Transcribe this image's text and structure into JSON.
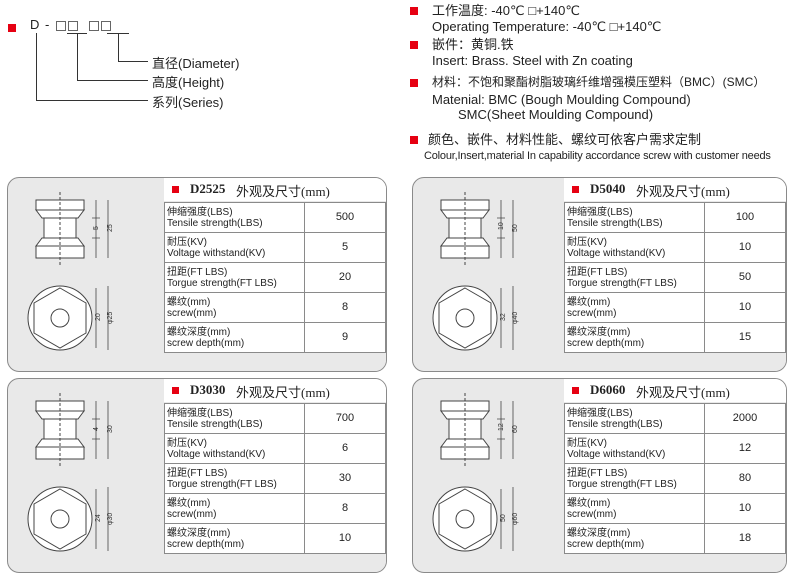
{
  "legend": {
    "code_prefix": "D -",
    "diameter": "直径(Diameter)",
    "height": "高度(Height)",
    "series": "系列(Series)"
  },
  "specs": {
    "temp_cn": "工作温度: -40℃ □+140℃",
    "temp_en": "Operating Temperature: -40℃ □+140℃",
    "insert_cn": "嵌件：黄铜.铁",
    "insert_en": "Insert: Brass. Steel with Zn coating",
    "material_cn": "材料：不饱和聚酯树脂玻璃纤维增强模压塑料（BMC）(SMC）",
    "material_en1": "Matenial: BMC (Bough Moulding Compound)",
    "material_en2": "SMC(Sheet Moulding Compound)",
    "custom_cn": "颜色、嵌件、材料性能、螺纹可依客户需求定制",
    "custom_en": "Colour,Insert,material In capability accordance screw with customer needs"
  },
  "row_labels": {
    "tensile_cn": "伸缩强度(LBS)",
    "tensile_en": "Tensile strength(LBS)",
    "voltage_cn": "耐压(KV)",
    "voltage_en": "Voltage withstand(KV)",
    "torque_cn": "扭距(FT LBS)",
    "torque_en": "Torgue strength(FT LBS)",
    "screw_cn": "螺纹(mm)",
    "screw_en": "screw(mm)",
    "depth_cn": "螺纹深度(mm)",
    "depth_en": "screw depth(mm)"
  },
  "cards": [
    {
      "code": "D2525",
      "desc": "外观及尺寸(mm)",
      "tensile": "500",
      "voltage": "5",
      "torque": "20",
      "screw": "8",
      "depth": "9",
      "dims": {
        "a": "5",
        "b": "25",
        "c": "20",
        "d": "φ25"
      }
    },
    {
      "code": "D5040",
      "desc": "外观及尺寸(mm)",
      "tensile": "100",
      "voltage": "10",
      "torque": "50",
      "screw": "10",
      "depth": "15",
      "dims": {
        "a": "10",
        "b": "50",
        "c": "32",
        "d": "φ40"
      }
    },
    {
      "code": "D3030",
      "desc": "外观及尺寸(mm)",
      "tensile": "700",
      "voltage": "6",
      "torque": "30",
      "screw": "8",
      "depth": "10",
      "dims": {
        "a": "4",
        "b": "30",
        "c": "24",
        "d": "φ30"
      }
    },
    {
      "code": "D6060",
      "desc": "外观及尺寸(mm)",
      "tensile": "2000",
      "voltage": "12",
      "torque": "80",
      "screw": "10",
      "depth": "18",
      "dims": {
        "a": "12",
        "b": "60",
        "c": "50",
        "d": "φ60"
      }
    }
  ]
}
